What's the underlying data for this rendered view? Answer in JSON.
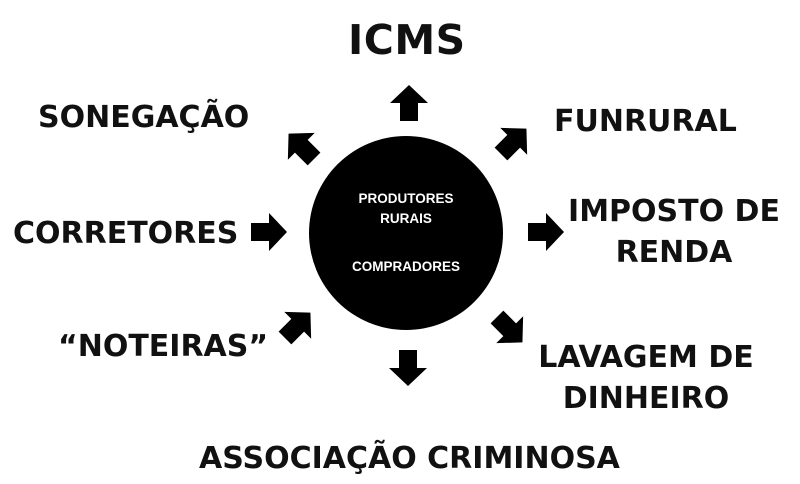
{
  "diagram": {
    "center": {
      "line1": "PRODUTORES",
      "line2": "RURAIS",
      "line3": "COMPRADORES"
    },
    "labels": {
      "icms": "ICMS",
      "sonegacao": "SONEGAÇÃO",
      "funrural": "FUNRURAL",
      "corretores": "CORRETORES",
      "imposto_line1": "IMPOSTO DE",
      "imposto_line2": "RENDA",
      "noteiras": "“NOTEIRAS”",
      "lavagem_line1": "LAVAGEM DE",
      "lavagem_line2": "DINHEIRO",
      "associacao": "ASSOCIAÇÃO CRIMINOSA"
    },
    "colors": {
      "ink": "#111111",
      "circle": "#000000",
      "circle_text": "#ffffff"
    }
  }
}
